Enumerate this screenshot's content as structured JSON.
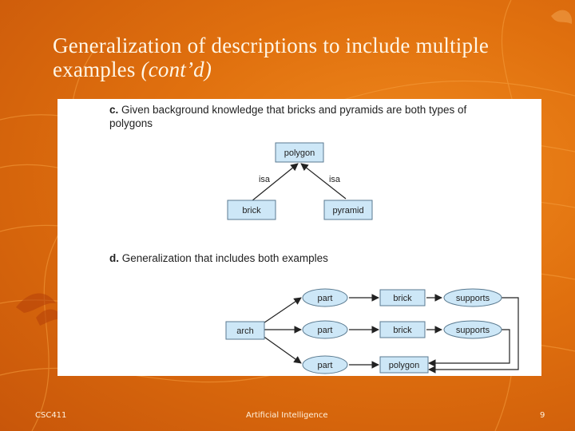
{
  "slide": {
    "title_main": "Generalization of descriptions to include multiple examples",
    "title_italic": "(cont’d)"
  },
  "figure": {
    "section_c": {
      "letter": "c.",
      "text": "Given background knowledge that bricks and pyramids are both types of polygons",
      "nodes": {
        "polygon": "polygon",
        "brick": "brick",
        "pyramid": "pyramid"
      },
      "edge_labels": {
        "left": "isa",
        "right": "isa"
      }
    },
    "section_d": {
      "letter": "d.",
      "text": "Generalization that includes both examples",
      "nodes": {
        "arch": "arch",
        "part1": "part",
        "part2": "part",
        "part3": "part",
        "brick1": "brick",
        "brick2": "brick",
        "polygon": "polygon",
        "supports1": "supports",
        "supports2": "supports"
      }
    },
    "colors": {
      "node_fill": "#cde7f7",
      "edge": "#222222"
    }
  },
  "footer": {
    "course": "CSC411",
    "subject": "Artificial Intelligence",
    "page": "9"
  }
}
